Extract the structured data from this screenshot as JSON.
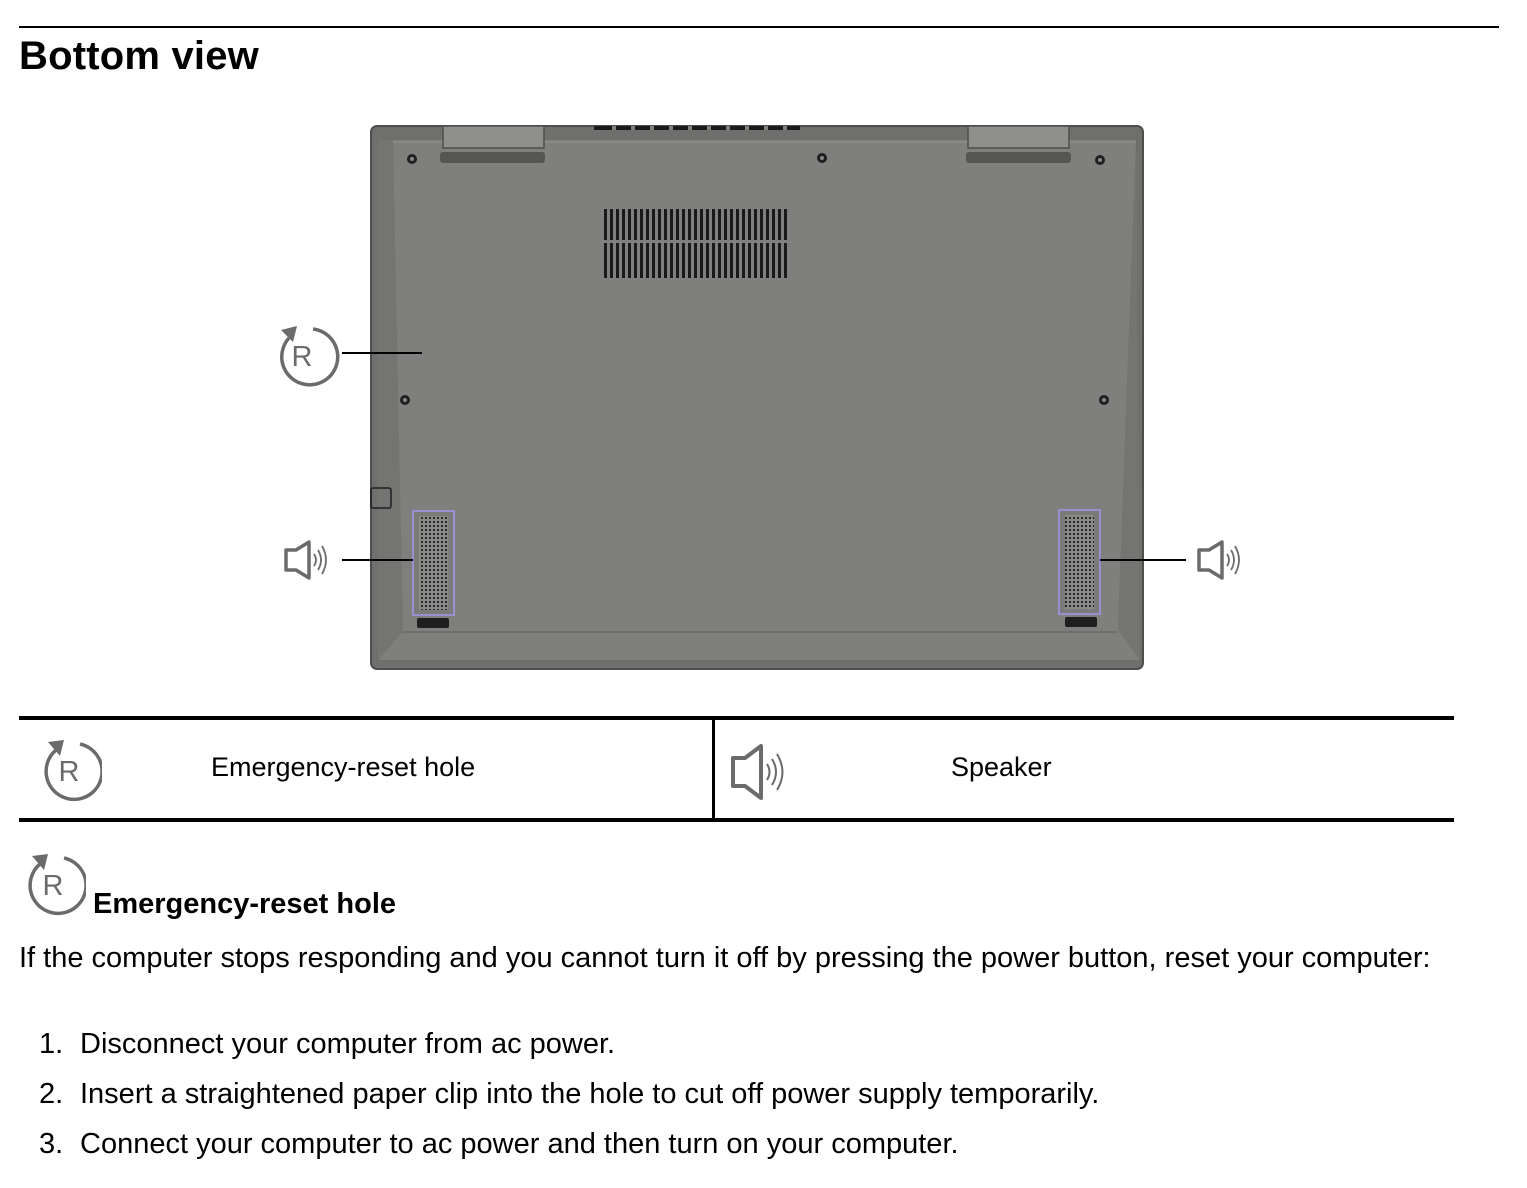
{
  "page": {
    "title": "Bottom view"
  },
  "diagram": {
    "callouts": [
      {
        "icon": "emergency-reset-icon",
        "glyph": "R"
      },
      {
        "icon": "speaker-icon"
      },
      {
        "icon": "speaker-icon"
      }
    ]
  },
  "legend": {
    "items": [
      {
        "icon": "emergency-reset-icon",
        "glyph": "R",
        "label": "Emergency-reset hole"
      },
      {
        "icon": "speaker-icon",
        "label": "Speaker"
      }
    ]
  },
  "section": {
    "icon": "emergency-reset-icon",
    "glyph": "R",
    "heading": "Emergency-reset hole",
    "body": "If the computer stops responding and you cannot turn it off by pressing the power button, reset your computer:",
    "steps": [
      {
        "num": "1.",
        "text": "Disconnect your computer from ac power."
      },
      {
        "num": "2.",
        "text": "Insert a straightened paper clip into the hole to cut off power supply temporarily."
      },
      {
        "num": "3.",
        "text": "Connect your computer to ac power and then turn on your computer."
      }
    ]
  },
  "colors": {
    "laptop_body": "#7f807e",
    "laptop_edge": "#5f605e",
    "speaker_outline": "#9a8fd0",
    "icon_gray": "#6b6b6b"
  }
}
